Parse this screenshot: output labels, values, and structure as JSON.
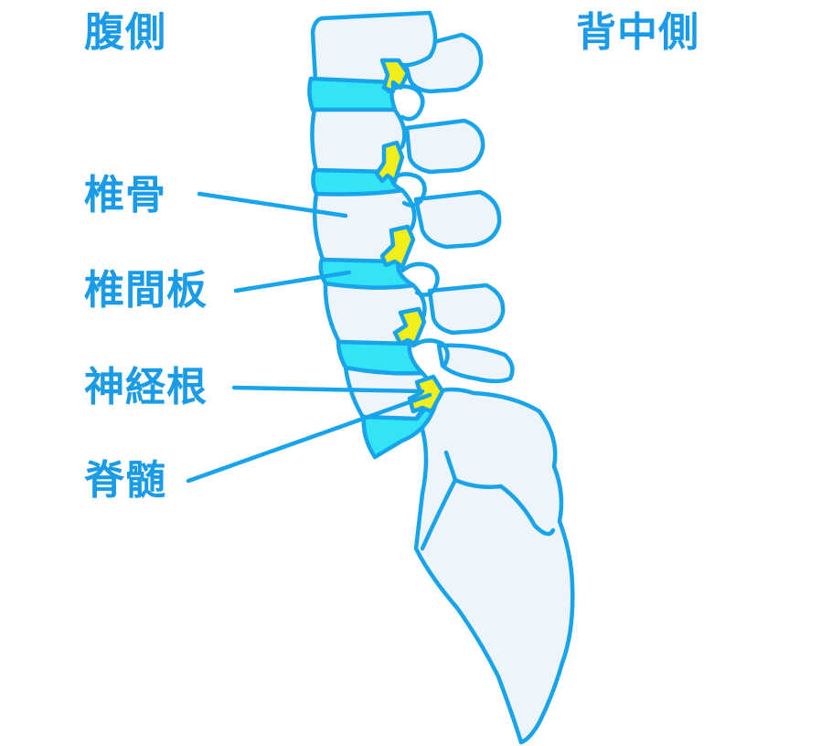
{
  "header": {
    "ventral_label": "腹側",
    "dorsal_label": "背中側"
  },
  "labels": {
    "vertebra": "椎骨",
    "disc": "椎間板",
    "nerve_root": "神経根",
    "spinal_cord": "脊髄"
  },
  "colors": {
    "outline": "#18a4ea",
    "bone_fill": "#eef4fb",
    "disc_fill": "#33e4f7",
    "nerve_fill": "#f2ee1a",
    "text": "#1a9be8"
  }
}
